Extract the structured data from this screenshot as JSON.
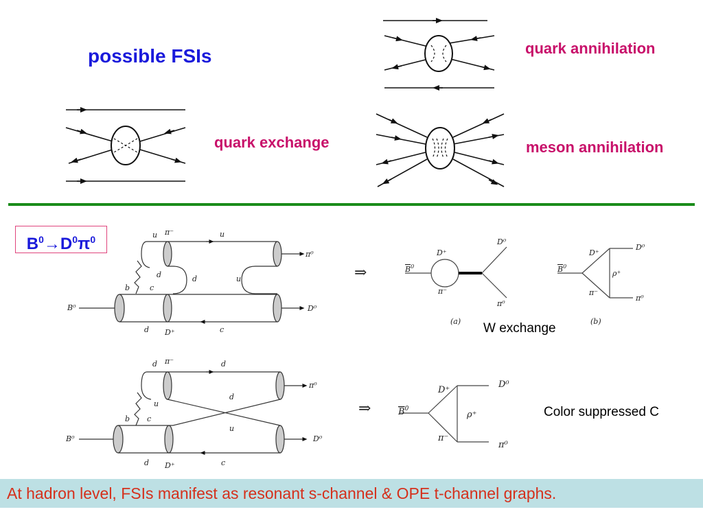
{
  "title": "possible FSIs",
  "labels": {
    "quark_annihilation": "quark annihilation",
    "quark_exchange": "quark exchange",
    "meson_annihilation": "meson annihilation",
    "w_exchange": "W exchange",
    "color_suppressed": "Color suppressed C"
  },
  "decay": {
    "b": "B",
    "b_sup": "0",
    "arrow": "→",
    "d": "D",
    "d_sup": "0",
    "pi": "π",
    "pi_sup": "0"
  },
  "footer": "At hadron level, FSIs manifest as resonant s-channel & OPE t-channel graphs.",
  "implies": "⇒",
  "colors": {
    "title": "#1a1adb",
    "label": "#c8106a",
    "divider": "#1a8c1a",
    "footer_bg": "#bde0e4",
    "footer_text": "#d5301c"
  },
  "feynman": {
    "u": "u",
    "d": "d",
    "b": "b",
    "c": "c",
    "pi_minus": "π⁻",
    "pi_zero": "π⁰",
    "B0": "B⁰",
    "D0": "D⁰",
    "D_plus": "D⁺",
    "Bbar": "B",
    "Bbar_sup": "0",
    "rho_plus": "ρ⁺",
    "a": "(a)",
    "b_label": "(b)"
  }
}
